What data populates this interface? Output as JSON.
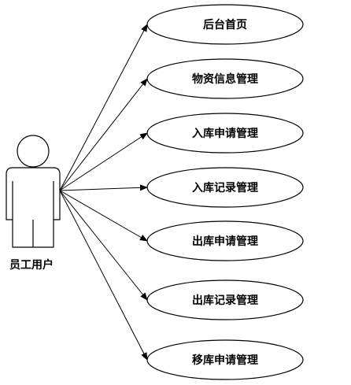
{
  "actor": {
    "label": "员工用户"
  },
  "use_cases": [
    {
      "label": "后台首页"
    },
    {
      "label": "物资信息管理"
    },
    {
      "label": "入库申请管理"
    },
    {
      "label": "入库记录管理"
    },
    {
      "label": "出库申请管理"
    },
    {
      "label": "出库记录管理"
    },
    {
      "label": "移库申请管理"
    }
  ],
  "colors": {
    "stroke": "#000000",
    "fill": "#ffffff",
    "text": "#000000"
  }
}
